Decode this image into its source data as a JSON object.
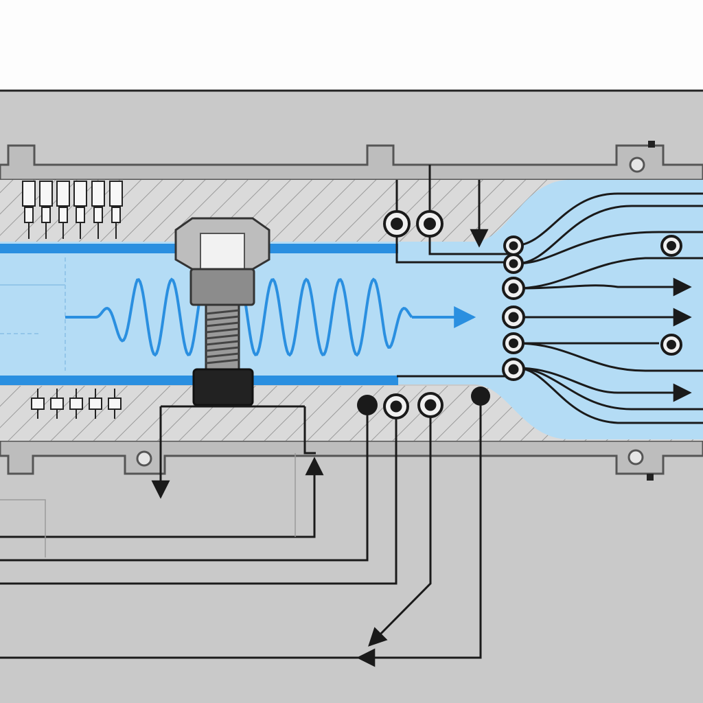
{
  "diagram": {
    "palette": {
      "background": "#fdfdfd",
      "housing": "#c9c9c9",
      "housing_edge": "#555555",
      "hatch_fill": "#dadada",
      "hatch_line": "#9a9a9a",
      "channel": "#b4dcf5",
      "channel_edge": "#2a8fe0",
      "signal_wave": "#2a8fe0",
      "bolt_metal": "#8c8c8c",
      "bolt_head": "#bdbdbd",
      "nut": "#222222",
      "wire": "#1a1a1a"
    },
    "components": [
      {
        "name": "housing",
        "icon": "housing-block"
      },
      {
        "name": "fluid-channel",
        "icon": "channel"
      },
      {
        "name": "bolt",
        "icon": "hex-bolt-icon"
      },
      {
        "name": "signal-wave",
        "icon": "sine-wave-icon"
      },
      {
        "name": "sensor-terminals",
        "icon": "terminal-icon"
      },
      {
        "name": "manifold-outlets",
        "icon": "arrow-icon"
      },
      {
        "name": "routing-wires",
        "icon": "wire"
      }
    ]
  }
}
